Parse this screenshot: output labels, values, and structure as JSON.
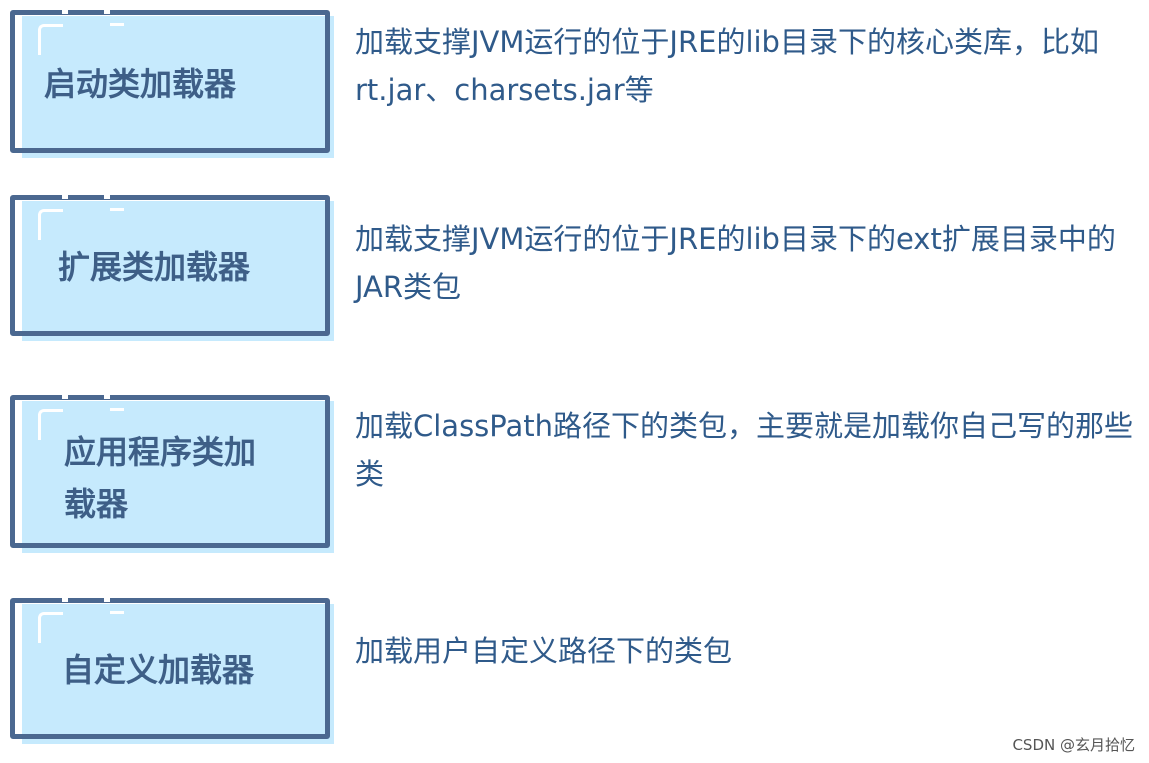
{
  "loaders": [
    {
      "title": "启动类加载器",
      "desc": "加载支撑JVM运行的位于JRE的lib目录下的核心类库，比如rt.jar、charsets.jar等"
    },
    {
      "title": "扩展类加载器",
      "desc": "加载支撑JVM运行的位于JRE的lib目录下的ext扩展目录中的JAR类包"
    },
    {
      "title": "应用程序类加载器",
      "desc": "加载ClassPath路径下的类包，主要就是加载你自己写的那些类"
    },
    {
      "title": "自定义加载器",
      "desc": "加载用户自定义路径下的类包"
    }
  ],
  "watermark": "CSDN @玄月拾忆",
  "colors": {
    "border": "#4b6890",
    "fill": "#c6eafd",
    "title": "#3e5f87",
    "text": "#2f5a8a"
  }
}
